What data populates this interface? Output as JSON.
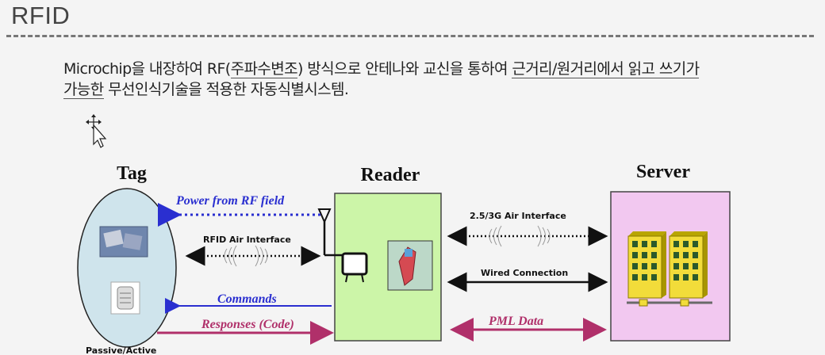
{
  "slide": {
    "title": "RFID",
    "description": {
      "part1": "Microchip을 내장하여 RF(",
      "underline1": "주파수변조",
      "part2": ") 방식으로 안테나와 교신을 통하여 ",
      "underline2": "근거리/원거리에서 읽고 쓰기가",
      "underline3": "가능한",
      "part3": " 무선인식기술을 적용한 자동식별시스템."
    }
  },
  "diagram": {
    "tag_label": "Tag",
    "reader_label": "Reader",
    "server_label": "Server",
    "power_label": "Power from RF field",
    "rfid_air_label": "RFID Air Interface",
    "commands_label": "Commands",
    "responses_label": "Responses (Code)",
    "air_3g_label": "2.5/3G Air Interface",
    "wired_label": "Wired Connection",
    "pml_label": "PML Data",
    "passive_label": "Passive/Active",
    "colors": {
      "tag_fill": "#cfe4ec",
      "reader_fill": "#ccf5a8",
      "server_fill": "#f2c8f0",
      "blue": "#2a2fd0",
      "magenta": "#b0306a",
      "building": "#f2dc3a"
    }
  }
}
